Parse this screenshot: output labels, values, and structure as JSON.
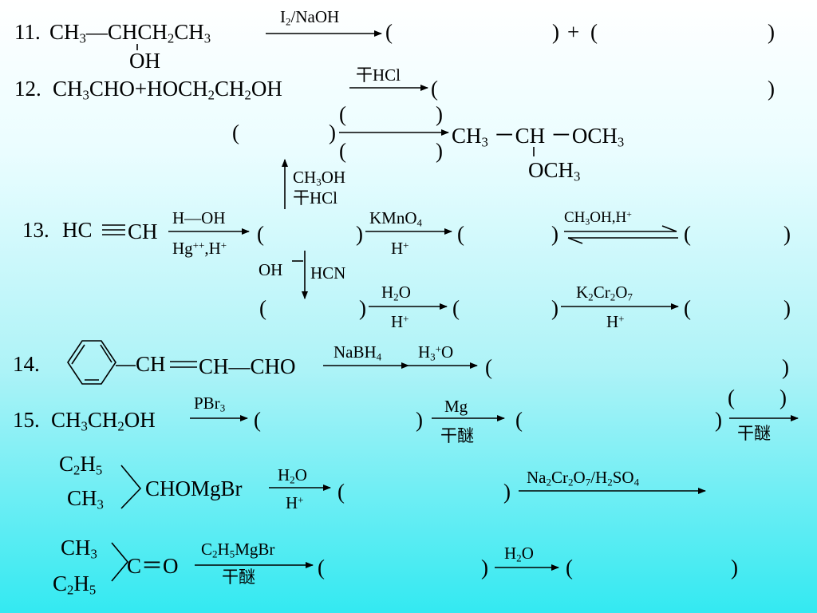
{
  "q11": {
    "num": "11.",
    "reactant_html": "CH<sub>3</sub>—CHCH<sub>2</sub>CH<sub>3</sub>",
    "oh": "OH",
    "reagent_html": "I<sub>2</sub>/NaOH",
    "paren1_open": "(",
    "paren1_close": ")",
    "plus": "+",
    "paren2_open": "(",
    "paren2_close": ")"
  },
  "q12": {
    "num": "12.",
    "reactants_html": "CH<sub>3</sub>CHO+HOCH<sub>2</sub>CH<sub>2</sub>OH",
    "reagent": "干HCl",
    "paren_open": "(",
    "paren_close": ")",
    "left_open": "(",
    "left_close": ")",
    "above_open": "(",
    "above_close": ")",
    "below_open": "(",
    "below_close": ")",
    "product_html": "CH<sub>3</sub> －CH －OCH<sub>3</sub>",
    "product_och3_html": "OCH<sub>3</sub>",
    "up_reagent1_html": "CH<sub>3</sub>OH",
    "up_reagent2": "干HCl"
  },
  "q13": {
    "num": "13.",
    "hc": "HC",
    "ch": "CH",
    "r1_top": "H—OH",
    "r1_bottom_html": "Hg<sup>++</sup>,H<sup>+</sup>",
    "r2_top_html": "KMnO<sub>4</sub>",
    "r2_bottom_html": "H<sup>+</sup>",
    "r3_top_html": "CH<sub>3</sub>OH,H<sup>+</sup>",
    "down_left": "OH",
    "down_right": "HCN",
    "r4_top_html": "H<sub>2</sub>O",
    "r4_bottom_html": "H<sup>+</sup>",
    "r5_top_html": "K<sub>2</sub>Cr<sub>2</sub>O<sub>7</sub>",
    "r5_bottom_html": "H<sup>+</sup>",
    "open": "(",
    "close": ")"
  },
  "q14": {
    "num": "14.",
    "chain": "CH",
    "chain2": "CH—CHO",
    "r1_html": "NaBH<sub>4</sub>",
    "r2_html": "H<sub>3</sub><sup>+</sup>O",
    "open": "(",
    "close": ")"
  },
  "q15": {
    "num": "15.",
    "reactant_html": "CH<sub>3</sub>CH<sub>2</sub>OH",
    "r1_html": "PBr<sub>3</sub>",
    "r2_top": "Mg",
    "r2_bottom": "干醚",
    "r3_bottom": "干醚",
    "open": "(",
    "close": ")",
    "row2_top_html": "C<sub>2</sub>H<sub>5</sub>",
    "row2_bottom_html": "CH<sub>3</sub>",
    "row2_main": "CHOMgBr",
    "row2_r1_top_html": "H<sub>2</sub>O",
    "row2_r1_bottom_html": "H<sup>+</sup>",
    "row2_r2_html": "Na<sub>2</sub>Cr<sub>2</sub>O<sub>7</sub>/H<sub>2</sub>SO<sub>4</sub>",
    "row3_top_html": "CH<sub>3</sub>",
    "row3_bottom_html": "C<sub>2</sub>H<sub>5</sub>",
    "row3_main": "C＝O",
    "row3_r1_top_html": "C<sub>2</sub>H<sub>5</sub>MgBr",
    "row3_r1_bottom": "干醚",
    "row3_r2_html": "H<sub>2</sub>O"
  }
}
